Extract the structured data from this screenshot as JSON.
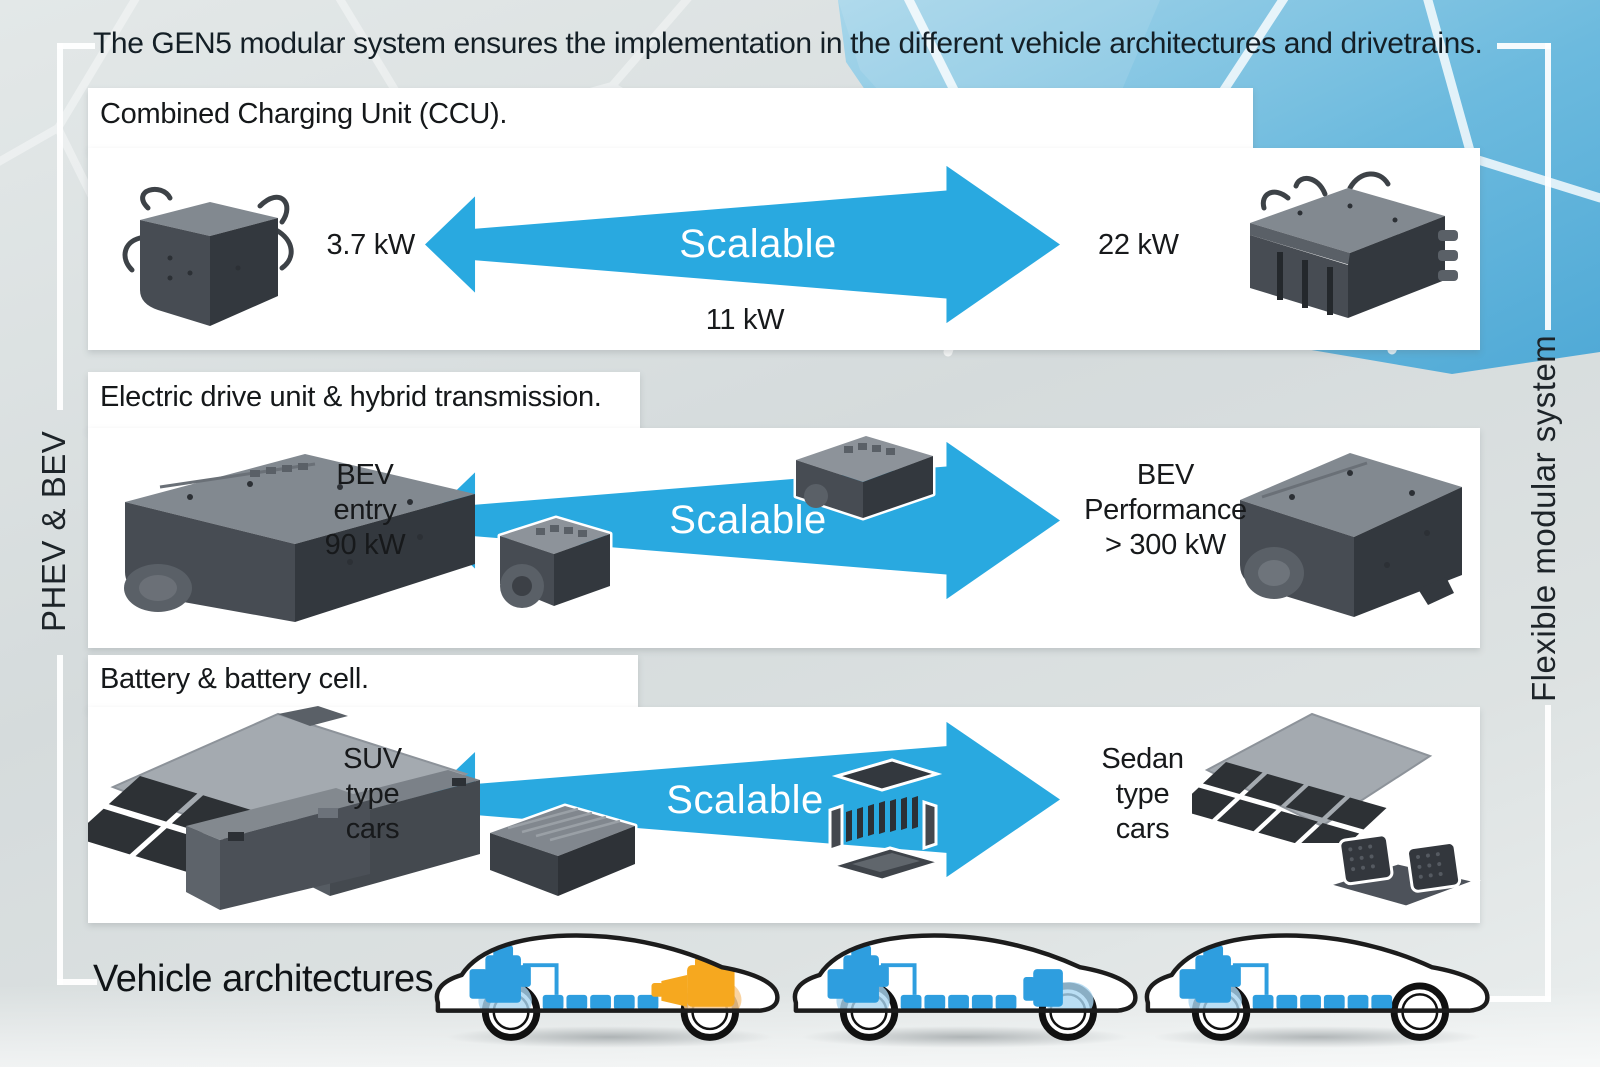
{
  "title": "The GEN5 modular system ensures the implementation in the different vehicle architectures and drivetrains.",
  "side_labels": {
    "left": "PHEV & BEV",
    "right": "Flexible modular system"
  },
  "bottom": {
    "label": "Vehicle architectures"
  },
  "panels": [
    {
      "header": "Combined Charging Unit (CCU).",
      "arrow_label": "Scalable",
      "left_value": "3.7 kW",
      "below_value": "11 kW",
      "right_value": "22 kW",
      "illustrations": [
        "ccu-small-unit",
        "ccu-large-unit"
      ]
    },
    {
      "header": "Electric drive unit & hybrid transmission.",
      "arrow_label": "Scalable",
      "left_lines": [
        "BEV",
        "entry",
        "90 kW"
      ],
      "right_lines": [
        "BEV",
        "Performance",
        "> 300 kW"
      ],
      "illustrations": [
        "edu-entry-unit",
        "edu-small-unit",
        "edu-mid-unit",
        "edu-performance-unit"
      ]
    },
    {
      "header": "Battery & battery cell.",
      "arrow_label": "Scalable",
      "left_lines": [
        "SUV",
        "type",
        "cars"
      ],
      "right_lines": [
        "Sedan",
        "type",
        "cars"
      ],
      "illustrations": [
        "suv-battery-pack",
        "battery-cells",
        "battery-module",
        "battery-module-exploded",
        "sedan-battery-pack",
        "sedan-battery-modules"
      ]
    }
  ],
  "cars": [
    {
      "name": "phev-architecture"
    },
    {
      "name": "bev-dual-motor-architecture"
    },
    {
      "name": "bev-single-motor-architecture"
    }
  ],
  "colors": {
    "arrow_blue": "#29A9E0",
    "component_blue": "#2E9EDF",
    "component_blue_light": "#A9D6F1",
    "engine_orange": "#F6A81F",
    "engine_orange_light": "#F8CB90",
    "sky_blue": "#5FB5DC",
    "background_grey": "#D7DDDE",
    "panel_white": "#FFFFFF",
    "text_dark": "#15181A"
  }
}
